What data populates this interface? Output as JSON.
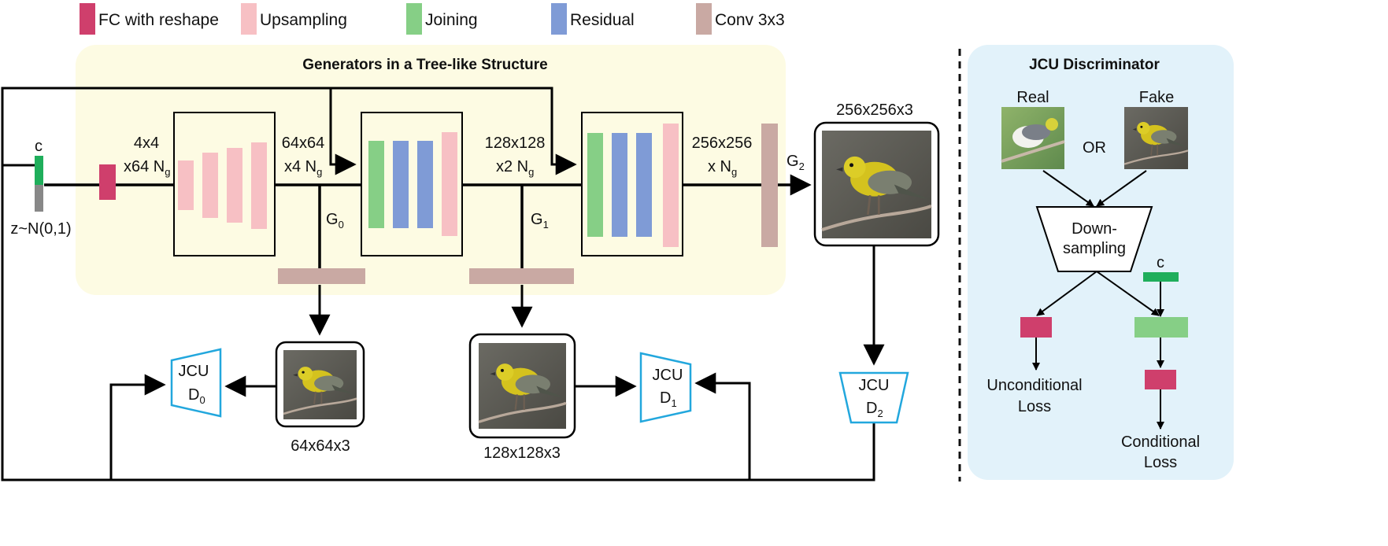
{
  "colors": {
    "fc_reshape": "#cf3f6c",
    "upsampling": "#f7c0c4",
    "joining": "#86cf86",
    "residual": "#7f9bd6",
    "conv3x3": "#c9a9a3",
    "generator_bg": "#fdfbe3",
    "discriminator_bg": "#e2f2fa",
    "jcu_outline": "#22a7dd",
    "c_vector": "#1fae5b",
    "z_vector": "#888888"
  },
  "legend": {
    "fc": "FC with reshape",
    "up": "Upsampling",
    "join": "Joining",
    "res": "Residual",
    "conv": "Conv 3x3"
  },
  "generators": {
    "title": "Generators in a Tree-like Structure",
    "c_label": "c",
    "z_label": "z~N(0,1)",
    "dim0": {
      "line1": "4x4",
      "line2a": "x64 N",
      "sub": "g"
    },
    "dim1": {
      "line1": "64x64",
      "line2a": "x4 N",
      "sub": "g"
    },
    "dim2": {
      "line1": "128x128",
      "line2a": "x2 N",
      "sub": "g"
    },
    "dim3": {
      "line1": "256x256",
      "line2a": "x N",
      "sub": "g"
    },
    "g0": {
      "main": "G",
      "sub": "0"
    },
    "g1": {
      "main": "G",
      "sub": "1"
    },
    "g2": {
      "main": "G",
      "sub": "2"
    }
  },
  "outputs": {
    "img0": "64x64x3",
    "img1": "128x128x3",
    "img2": "256x256x3"
  },
  "jcu": {
    "d0": {
      "top": "JCU",
      "main": "D",
      "sub": "0"
    },
    "d1": {
      "top": "JCU",
      "main": "D",
      "sub": "1"
    },
    "d2": {
      "top": "JCU",
      "main": "D",
      "sub": "2"
    }
  },
  "discriminator": {
    "title": "JCU Discriminator",
    "real": "Real",
    "fake": "Fake",
    "or": "OR",
    "down1": "Down-",
    "down2": "sampling",
    "c_label": "c",
    "uncond1": "Unconditional",
    "uncond2": "Loss",
    "cond1": "Conditional",
    "cond2": "Loss"
  }
}
